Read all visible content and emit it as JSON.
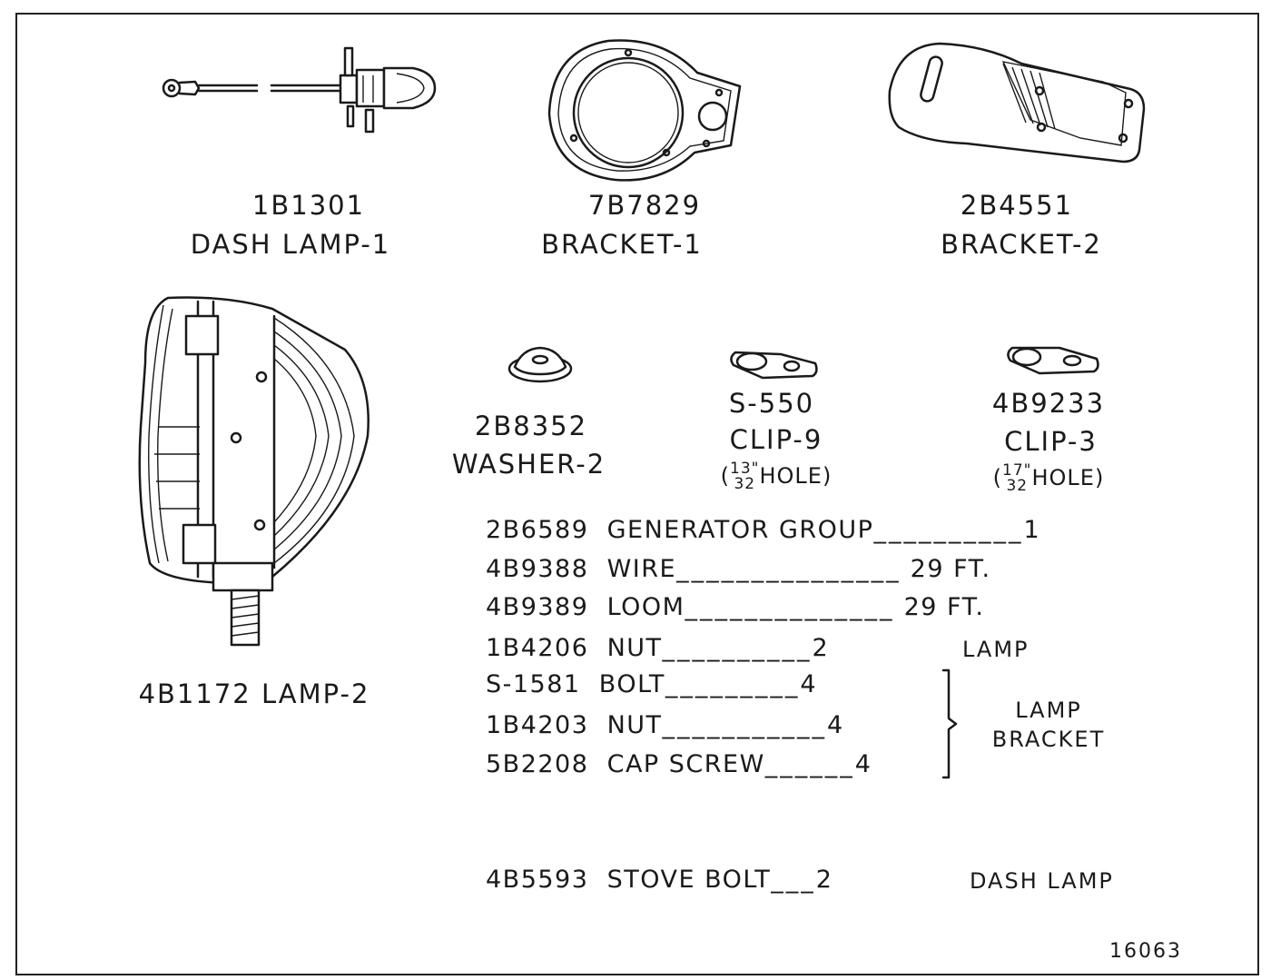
{
  "parts": {
    "dash_lamp": {
      "number": "1B1301",
      "name": "DASH LAMP-1",
      "icon": "dash-lamp-icon"
    },
    "bracket_1": {
      "number": "7B7829",
      "name": "BRACKET-1",
      "icon": "round-bracket-icon"
    },
    "bracket_2": {
      "number": "2B4551",
      "name": "BRACKET-2",
      "icon": "angle-bracket-icon"
    },
    "lamp_2": {
      "number": "4B1172",
      "label": "4B1172 LAMP-2",
      "icon": "headlamp-icon"
    },
    "washer_2": {
      "number": "2B8352",
      "name": "WASHER-2",
      "icon": "washer-icon"
    },
    "clip_9": {
      "number": "S-550",
      "name": "CLIP-9",
      "frac_num": "13\"",
      "frac_den": "32",
      "hole": "HOLE",
      "icon": "clip-icon"
    },
    "clip_3": {
      "number": "4B9233",
      "name": "CLIP-3",
      "frac_num": "17\"",
      "frac_den": "32",
      "hole": "HOLE",
      "icon": "clip-icon"
    }
  },
  "parts_list": [
    {
      "number": "2B6589",
      "description": "GENERATOR GROUP",
      "qty": "1"
    },
    {
      "number": "4B9388",
      "description": "WIRE",
      "qty": "29 FT."
    },
    {
      "number": "4B9389",
      "description": "LOOM",
      "qty": "29 FT."
    },
    {
      "number": "1B4206",
      "description": "NUT",
      "qty": "2",
      "note": "LAMP"
    },
    {
      "number": "S-1581",
      "description": "BOLT",
      "qty": "4"
    },
    {
      "number": "1B4203",
      "description": "NUT",
      "qty": "4"
    },
    {
      "number": "5B2208",
      "description": "CAP SCREW",
      "qty": "4"
    },
    {
      "number": "4B5593",
      "description": "STOVE BOLT",
      "qty": "2",
      "note": "DASH LAMP"
    }
  ],
  "group_note": {
    "line1": "LAMP",
    "line2": "BRACKET"
  },
  "figure_number": "16063"
}
